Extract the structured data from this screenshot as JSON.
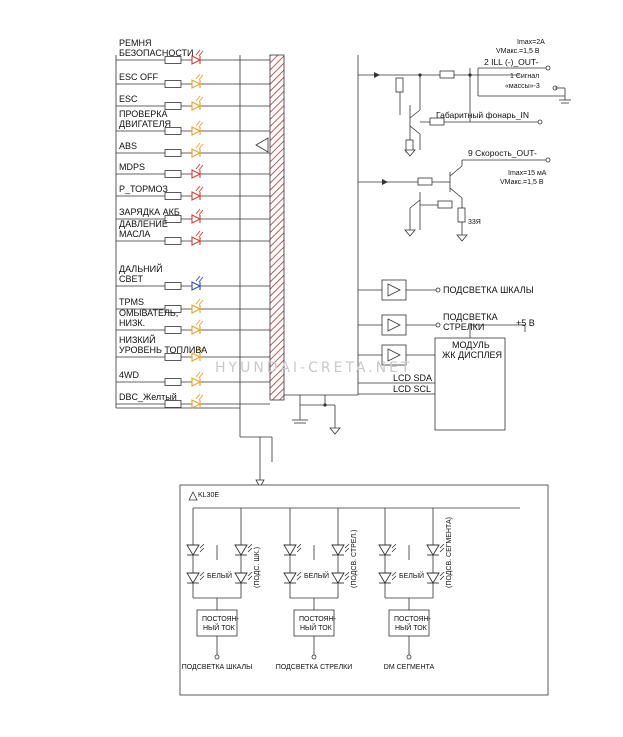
{
  "watermark": "HYUNDAI-CRETA.NET",
  "indicators": [
    {
      "label": "РЕМНЯ\nБЕЗОПАСНОСТИ",
      "color": "#e23a2a"
    },
    {
      "label": "ESC OFF",
      "color": "#f0a020"
    },
    {
      "label": "ESC",
      "color": "#f0a020"
    },
    {
      "label": "ПРОВЕРКА\nДВИГАТЕЛЯ",
      "color": "#f0a020"
    },
    {
      "label": "ABS",
      "color": "#f0a020"
    },
    {
      "label": "MDPS",
      "color": "#e23a2a"
    },
    {
      "label": "P_ТОРМОЗ",
      "color": "#e23a2a"
    },
    {
      "label": "ЗАРЯДКА АКБ",
      "color": "#e23a2a"
    },
    {
      "label": "ДАВЛЕНИЕ\nМАСЛА",
      "color": "#e23a2a"
    },
    {
      "label": "ДАЛЬНИЙ\nСВЕТ",
      "color": "#2a4fd0"
    },
    {
      "label": "TPMS",
      "color": "#f0a020"
    },
    {
      "label": "ОМЫВАТЕЛЬ,\nНИЗК.",
      "color": "#f0a020"
    },
    {
      "label": "НИЗКИЙ\nУРОВЕНЬ ТОПЛИВА",
      "color": "#f0a020"
    },
    {
      "label": "4WD",
      "color": "#f0a020"
    },
    {
      "label": "DBC_Желтый",
      "color": "#f0a020"
    }
  ],
  "outputs": {
    "ill_imax": "Imax=2A",
    "ill_vmax": "VМакс.=1,5 В",
    "ill_out": "2 ILL (-)_OUT-",
    "signal1": "1 Сигнал",
    "signal2": "«массы»-3",
    "gabarit": "Габаритный фонарь_IN",
    "speed_out": "9 Скорость_OUT-",
    "speed_imax": "Imax=15 мА",
    "speed_vmax": "VМакс.=1,5 В",
    "resistor": "33Я"
  },
  "right_panel": {
    "scale_light": "ПОДСВЕТКА ШКАЛЫ",
    "needle_light_1": "ПОДСВЕТКА",
    "needle_light_2": "СТРЕЛКИ",
    "plus5": "+5 В",
    "lcd_title_1": "МОДУЛЬ",
    "lcd_title_2": "ЖК ДИСПЛЕЯ",
    "lcd_sda": "LCD SDA",
    "lcd_scl": "LCD SCL"
  },
  "bottom": {
    "kl30e": "KL30E",
    "blocks": [
      {
        "white": "БЕЛЫЙ",
        "note": "(ПОДС. ШК.)",
        "cc1": "ПОСТОЯН-",
        "cc2": "НЫЙ ТОК",
        "out": "ПОДСВЕТКА ШКАЛЫ"
      },
      {
        "white": "БЕЛЫЙ",
        "note": "(ПОДСВ. СТРЕЛ.)",
        "cc1": "ПОСТОЯН-",
        "cc2": "НЫЙ ТОК",
        "out": "ПОДСВЕТКА СТРЕЛКИ"
      },
      {
        "white": "БЕЛЫЙ",
        "note": "(ПОДСВ. СЕГМЕНТА)",
        "cc1": "ПОСТОЯН-",
        "cc2": "НЫЙ ТОК",
        "out": "DM СЕГМЕНТА"
      }
    ]
  }
}
